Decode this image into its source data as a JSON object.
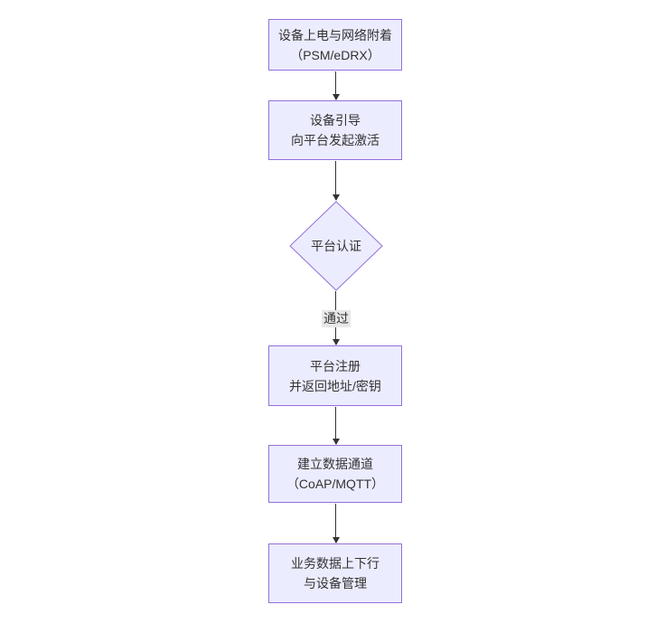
{
  "diagram": {
    "type": "flowchart",
    "direction": "top-down",
    "colors": {
      "canvas_background": "#ffffff",
      "node_fill": "#ECECFF",
      "node_border": "#9370DB",
      "node_text": "#333333",
      "edge_line": "#333333",
      "edge_label_background": "#e8e8e8"
    },
    "nodes": [
      {
        "id": "power-attach",
        "shape": "rect",
        "lines": [
          "设备上电与网络附着",
          "（PSM/eDRX）"
        ]
      },
      {
        "id": "bootstrap",
        "shape": "rect",
        "lines": [
          "设备引导",
          "向平台发起激活"
        ]
      },
      {
        "id": "platform-auth",
        "shape": "diamond",
        "lines": [
          "平台认证"
        ]
      },
      {
        "id": "platform-register",
        "shape": "rect",
        "lines": [
          "平台注册",
          "并返回地址/密钥"
        ]
      },
      {
        "id": "data-channel",
        "shape": "rect",
        "lines": [
          "建立数据通道",
          "（CoAP/MQTT）"
        ]
      },
      {
        "id": "business-data",
        "shape": "rect",
        "lines": [
          "业务数据上下行",
          "与设备管理"
        ]
      }
    ],
    "edges": [
      {
        "from": "power-attach",
        "to": "bootstrap",
        "label": ""
      },
      {
        "from": "bootstrap",
        "to": "platform-auth",
        "label": ""
      },
      {
        "from": "platform-auth",
        "to": "platform-register",
        "label": "通过"
      },
      {
        "from": "platform-register",
        "to": "data-channel",
        "label": ""
      },
      {
        "from": "data-channel",
        "to": "business-data",
        "label": ""
      }
    ]
  }
}
